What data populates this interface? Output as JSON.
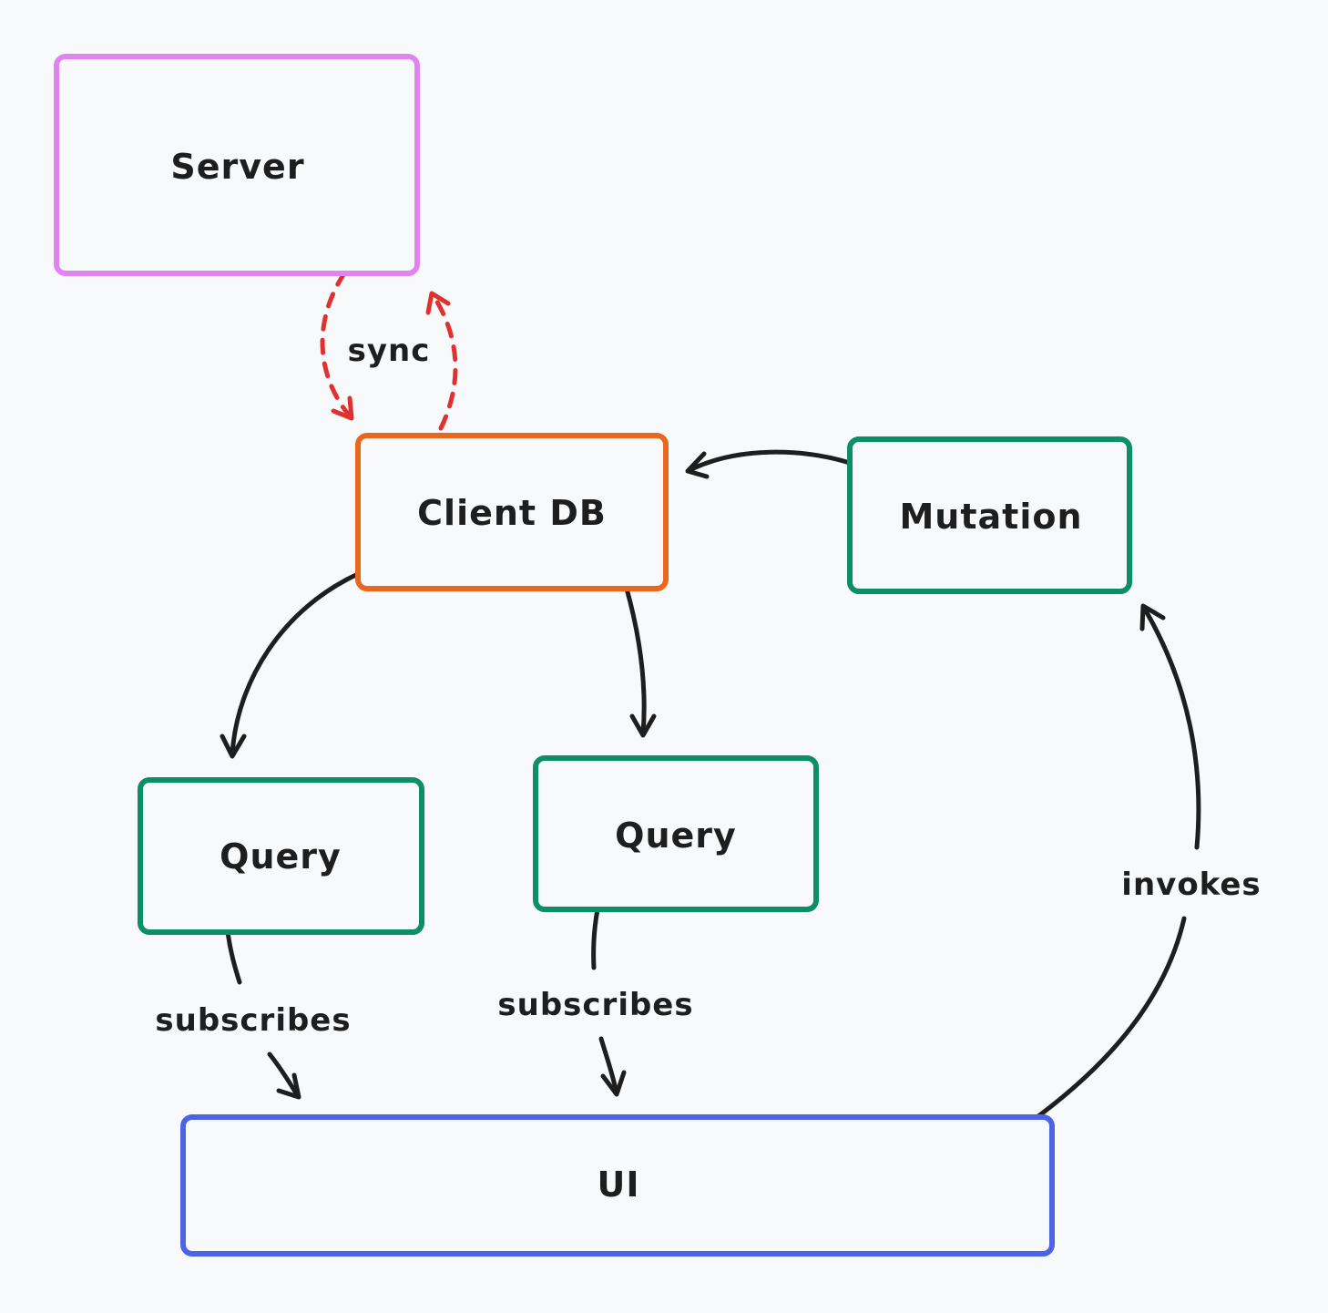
{
  "nodes": {
    "server": {
      "label": "Server",
      "color": "#e085f0"
    },
    "client_db": {
      "label": "Client DB",
      "color": "#e8681f"
    },
    "mutation": {
      "label": "Mutation",
      "color": "#0c8f66"
    },
    "query_left": {
      "label": "Query",
      "color": "#0c8f66"
    },
    "query_right": {
      "label": "Query",
      "color": "#0c8f66"
    },
    "ui": {
      "label": "UI",
      "color": "#4c63e6"
    }
  },
  "edges": {
    "sync": {
      "label": "sync",
      "color": "#e03131"
    },
    "subscribes_left": {
      "label": "subscribes"
    },
    "subscribes_right": {
      "label": "subscribes"
    },
    "invokes": {
      "label": "invokes"
    }
  },
  "colors": {
    "background": "#f8f9fa",
    "stroke": "#1e1e1e"
  }
}
